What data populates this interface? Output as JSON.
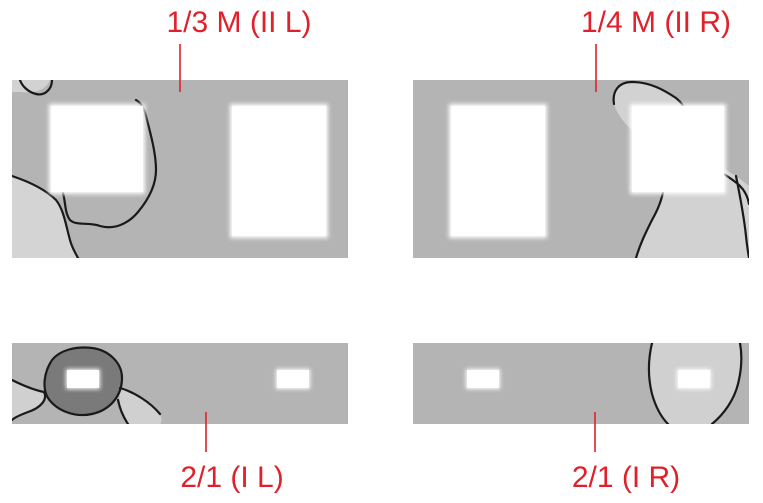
{
  "labels": {
    "top_left": "1/3 M (II L)",
    "top_right": "1/4 M (II R)",
    "bottom_left": "2/1 (I L)",
    "bottom_right": "2/1 (I R)"
  },
  "colors": {
    "label_red": "#e0202a",
    "panel_gray": "#b4b4b4",
    "light_region": "#d0d0d0",
    "dark_region": "#7a7a7a",
    "outline": "#1a1a1a",
    "window": "#ffffff"
  }
}
